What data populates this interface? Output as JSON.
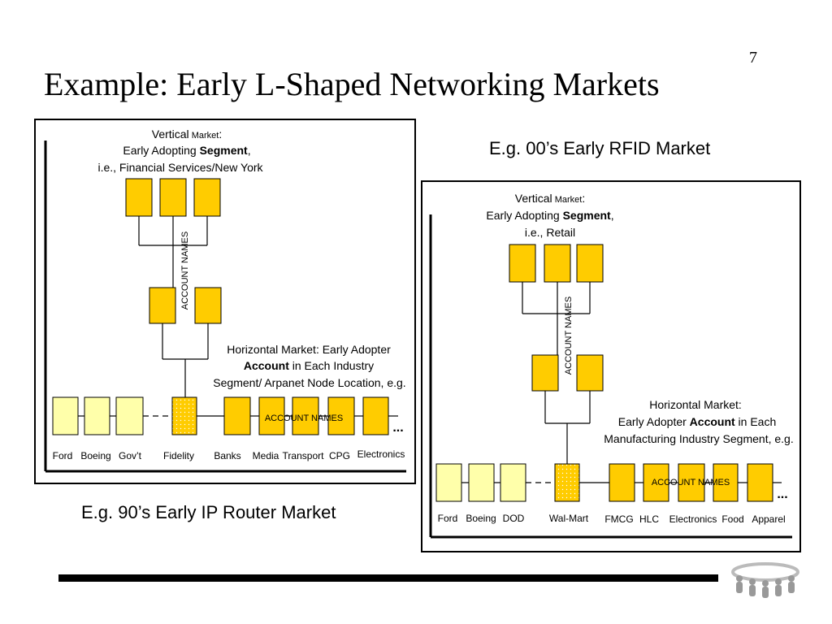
{
  "slide": {
    "number": "7",
    "title": "Example: Early L-Shaped Networking Markets"
  },
  "left_panel": {
    "caption": "E.g. 90’s Early IP Router Market",
    "vertical": {
      "line1_a": "Vertical",
      "line1_b": " Market",
      "line1_c": ":",
      "line2_a": "Early Adopting ",
      "line2_b": "Segment",
      "line2_c": ",",
      "line3": "i.e., Financial Services/New York"
    },
    "vertical_axis_label": "ACCOUNT NAMES",
    "horizontal": {
      "line1": "Horizontal Market:  Early Adopter",
      "line2_a": "Account",
      "line2_b": " in Each Industry",
      "line3": "Segment/ Arpanet Node Location, e.g."
    },
    "horizontal_axis_label": "ACCOUNT NAMES",
    "ellipsis": "...",
    "labels": [
      "Ford",
      "Boeing",
      "Gov’t",
      "Fidelity",
      "Banks",
      "Media",
      "Transport",
      "CPG",
      "Electronics"
    ]
  },
  "right_panel": {
    "caption": "E.g. 00’s Early RFID Market",
    "vertical": {
      "line1_a": "Vertical",
      "line1_b": " Market",
      "line1_c": ":",
      "line2_a": "Early Adopting ",
      "line2_b": "Segment",
      "line2_c": ",",
      "line3": "i.e., Retail"
    },
    "vertical_axis_label": "ACCOUNT NAMES",
    "horizontal": {
      "line1": "Horizontal Market:",
      "line2_a": "Early Adopter ",
      "line2_b": "Account",
      "line2_c": " in Each",
      "line3": "Manufacturing Industry Segment, e.g."
    },
    "horizontal_axis_label": "ACCOUNT NAMES",
    "ellipsis": "...",
    "labels": [
      "Ford",
      "Boeing",
      "DOD",
      "Wal-Mart",
      "FMCG",
      "HLC",
      "Electronics",
      "Food",
      "Apparel"
    ]
  },
  "colors": {
    "gold": "#FFCC00",
    "pale_yellow": "#FFFFAA",
    "border": "#000000"
  }
}
